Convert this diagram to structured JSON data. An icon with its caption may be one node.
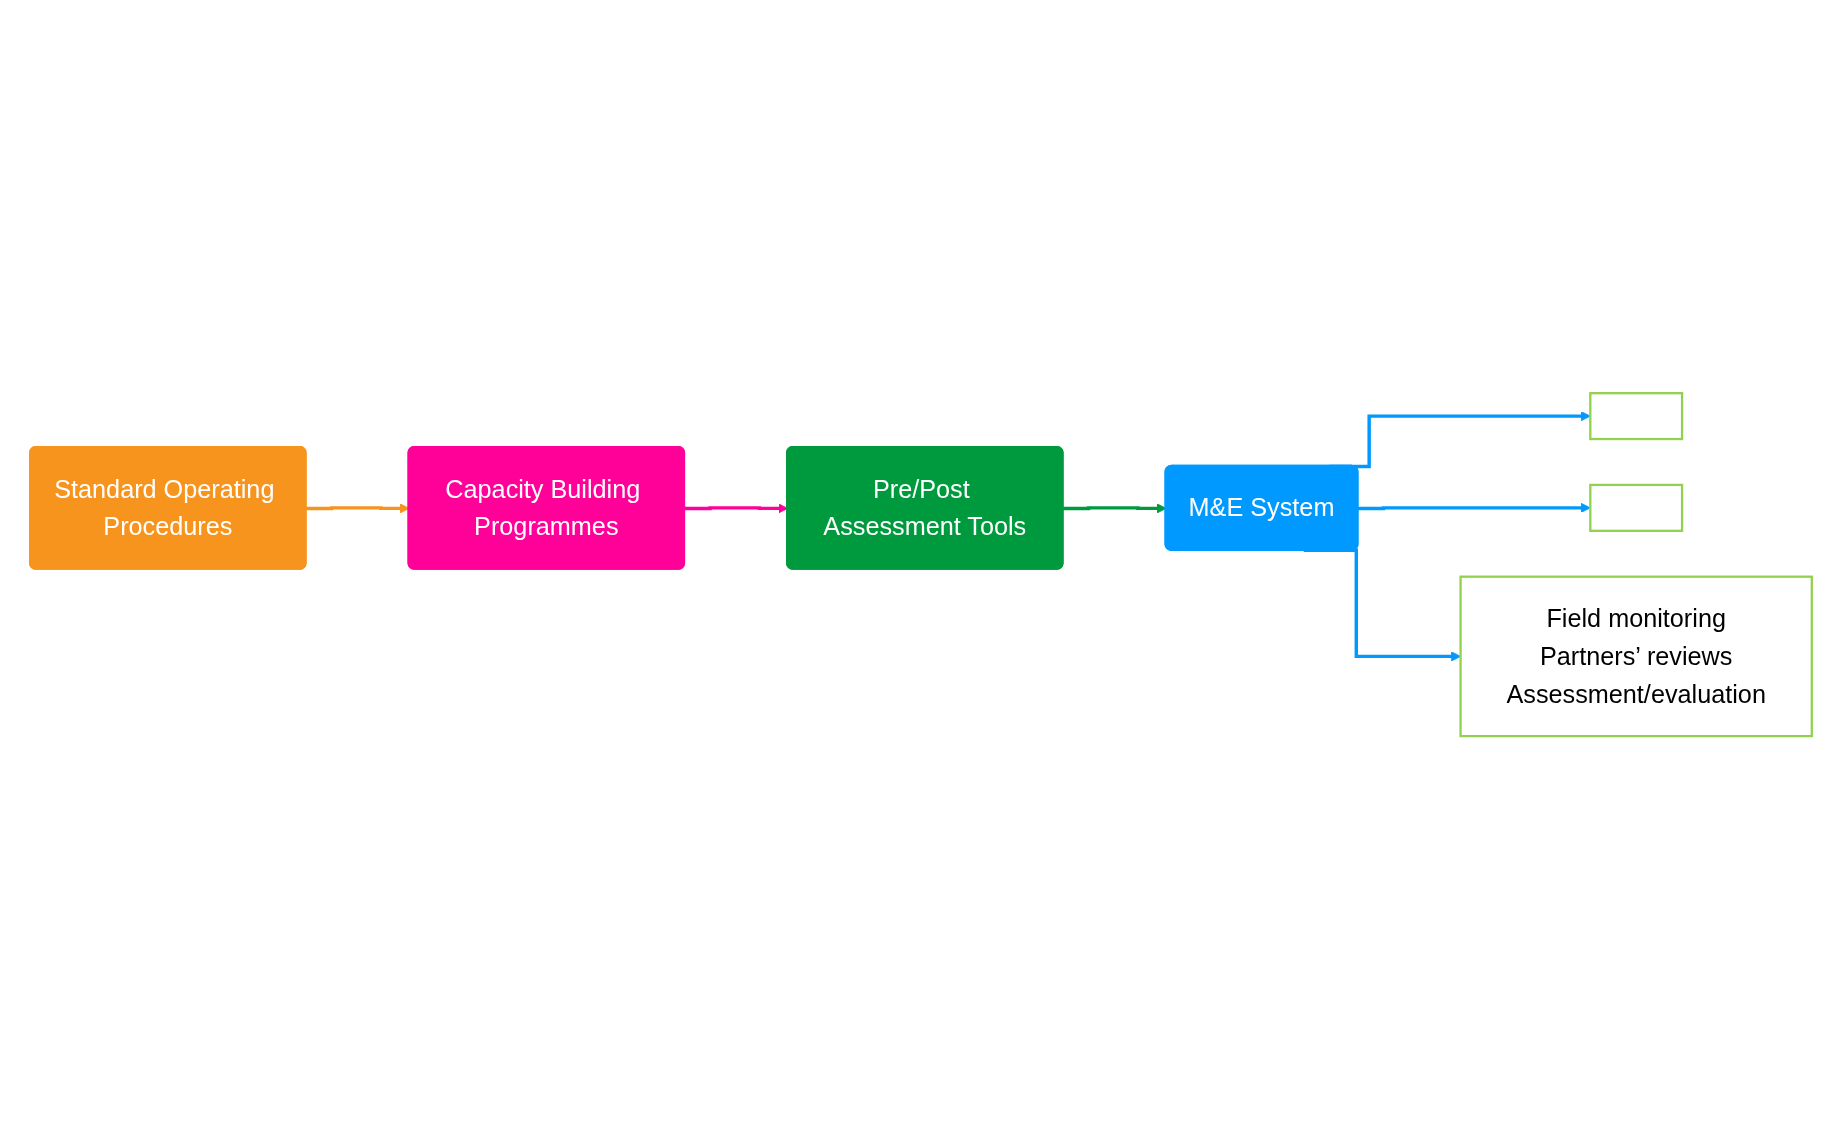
{
  "diagram": {
    "nodes": [
      {
        "text": [
          "Standard Operating Procedures"
        ]
      },
      {
        "text": [
          "Capacity Building Programmes"
        ]
      },
      {
        "text": [
          "Pre/Post Assessment Tools"
        ]
      },
      {
        "text": [
          "M&E System"
        ]
      },
      {
        "text": [],
        "shape": "box"
      },
      {
        "text": [],
        "shape": "box"
      },
      {
        "text": [
          "Field monitoring",
          "Partners’ reviews",
          "Assessment/evaluation"
        ]
      }
    ],
    "edges": [
      {
        "from": 0,
        "to": 1,
        "arrow": "to",
        "color": "#f7941d"
      },
      {
        "from": 1,
        "to": 2,
        "arrow": "to",
        "color": "#ff0099"
      },
      {
        "from": 2,
        "to": 3,
        "arrow": "to",
        "color": "#009a3e"
      },
      {
        "from": 3,
        "to": 4,
        "arrow": "to",
        "color": "#0099ff"
      },
      {
        "from": 3,
        "to": 5,
        "arrow": "to",
        "color": "#0099ff"
      },
      {
        "from": 3,
        "to": 6,
        "arrow": "to",
        "color": "#0099ff"
      }
    ]
  }
}
